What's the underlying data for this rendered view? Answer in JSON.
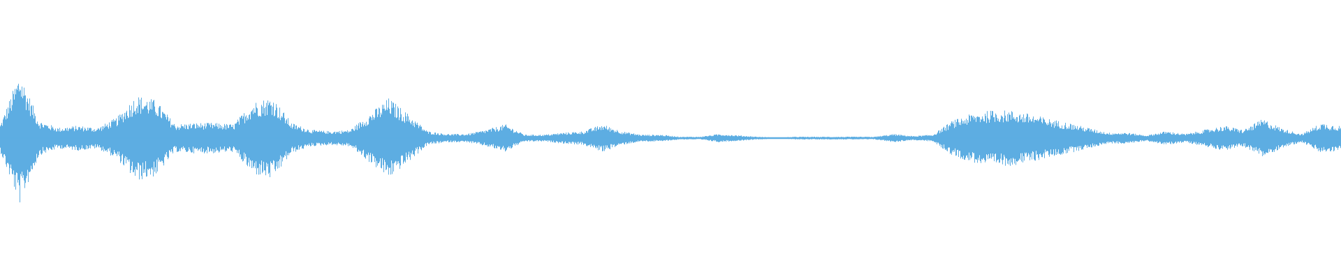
{
  "waveform": {
    "color": "#5DADE2",
    "background": "#FFFFFF",
    "envelope": [
      0.2,
      0.95,
      0.25,
      0.15,
      0.18,
      0.15,
      0.3,
      0.62,
      0.55,
      0.2,
      0.22,
      0.22,
      0.2,
      0.52,
      0.6,
      0.22,
      0.12,
      0.1,
      0.12,
      0.35,
      0.58,
      0.35,
      0.1,
      0.06,
      0.06,
      0.12,
      0.2,
      0.05,
      0.05,
      0.08,
      0.1,
      0.2,
      0.1,
      0.05,
      0.05,
      0.02,
      0.02,
      0.06,
      0.04,
      0.02,
      0.01,
      0.02,
      0.02,
      0.02,
      0.02,
      0.02,
      0.06,
      0.03,
      0.05,
      0.25,
      0.35,
      0.4,
      0.4,
      0.35,
      0.28,
      0.22,
      0.15,
      0.08,
      0.08,
      0.04,
      0.1,
      0.06,
      0.12,
      0.18,
      0.12,
      0.28,
      0.14,
      0.06,
      0.22,
      0.18
    ]
  }
}
